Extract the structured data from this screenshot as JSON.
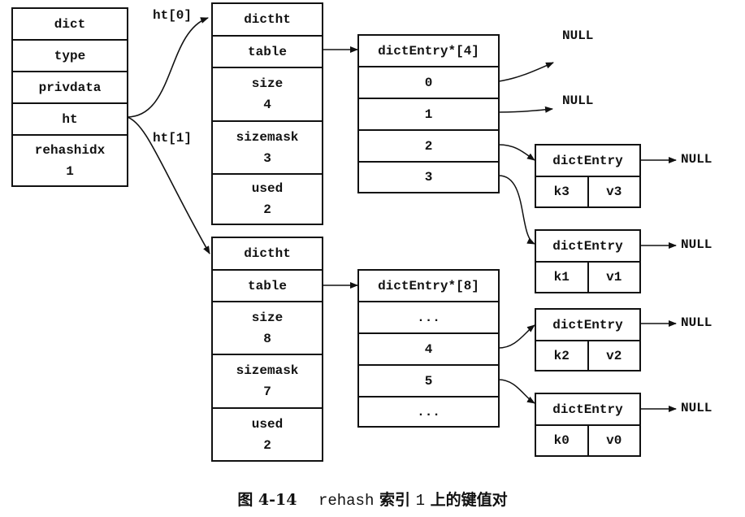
{
  "dict": {
    "title": "dict",
    "fields": [
      "type",
      "privdata",
      "ht"
    ],
    "rehashidx_label": "rehashidx",
    "rehashidx_value": "1"
  },
  "ht_labels": [
    "ht[0]",
    "ht[1]"
  ],
  "dictht": [
    {
      "title": "dictht",
      "table_label": "table",
      "size_label": "size",
      "size_value": "4",
      "sizemask_label": "sizemask",
      "sizemask_value": "3",
      "used_label": "used",
      "used_value": "2"
    },
    {
      "title": "dictht",
      "table_label": "table",
      "size_label": "size",
      "size_value": "8",
      "sizemask_label": "sizemask",
      "sizemask_value": "7",
      "used_label": "used",
      "used_value": "2"
    }
  ],
  "tables": [
    {
      "title": "dictEntry*[4]",
      "slots": [
        "0",
        "1",
        "2",
        "3"
      ]
    },
    {
      "title": "dictEntry*[8]",
      "slots": [
        "...",
        "4",
        "5",
        "..."
      ]
    }
  ],
  "null_label": "NULL",
  "entries": [
    {
      "title": "dictEntry",
      "key": "k3",
      "value": "v3",
      "next": "NULL"
    },
    {
      "title": "dictEntry",
      "key": "k1",
      "value": "v1",
      "next": "NULL"
    },
    {
      "title": "dictEntry",
      "key": "k2",
      "value": "v2",
      "next": "NULL"
    },
    {
      "title": "dictEntry",
      "key": "k0",
      "value": "v0",
      "next": "NULL"
    }
  ],
  "caption": {
    "figure": "图 4-14",
    "code": "rehash",
    "text_a": "索引",
    "index": "1",
    "text_b": "上的键值对"
  }
}
